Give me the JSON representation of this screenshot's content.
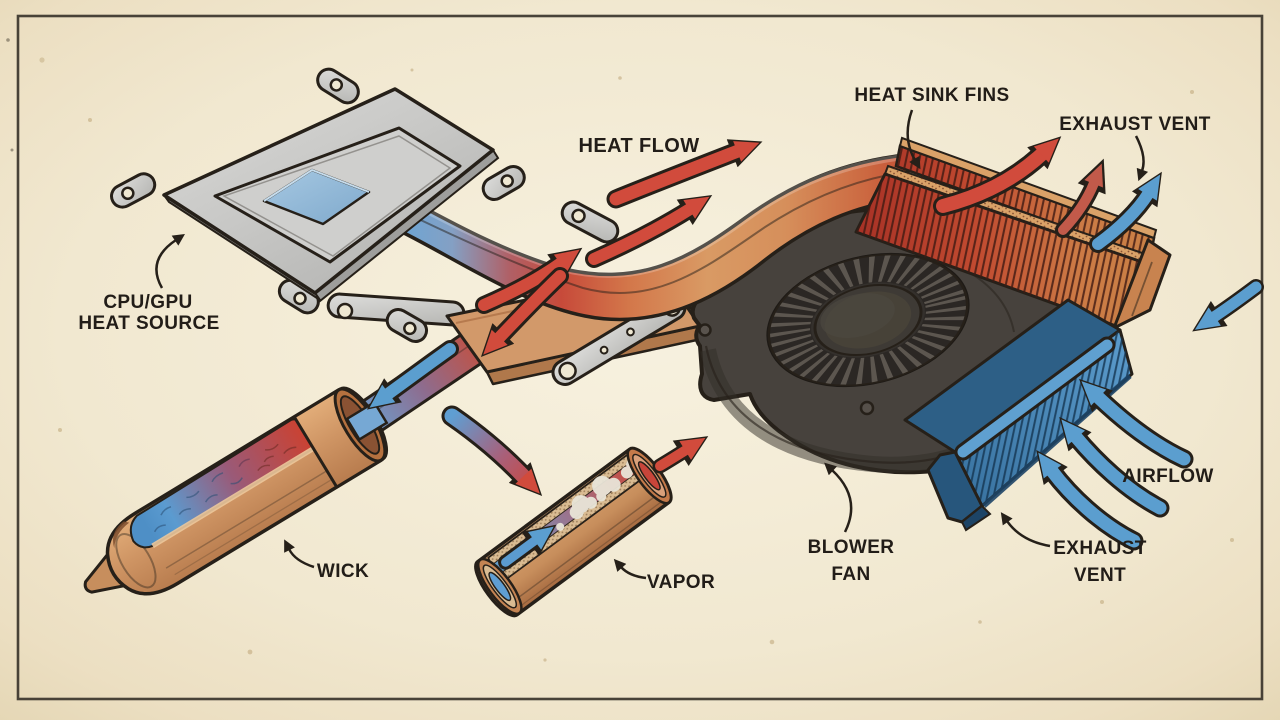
{
  "diagram": {
    "subject": "laptop-heat-pipe-cooling-system",
    "labels": {
      "heat_flow": "HEAT FLOW",
      "heat_sink_fins": "HEAT SINK FINS",
      "exhaust_vent_top": "EXHAUST VENT",
      "cpu_gpu": {
        "line1": "CPU/GPU",
        "line2": "HEAT SOURCE"
      },
      "wick": "WICK",
      "vapor": "VAPOR",
      "blower_fan": {
        "line1": "BLOWER",
        "line2": "FAN"
      },
      "exhaust_vent_bottom": {
        "line1": "EXHAUST",
        "line2": "VENT"
      },
      "airflow": "AIRFLOW"
    },
    "palette": {
      "paper": "#f2ebd6",
      "ink": "#262019",
      "label_text": "#221d18",
      "copper": "#cf9565",
      "hot_red": "#c9423a",
      "cool_blue": "#5b9ecf",
      "metal_silver": "#c9c9c7",
      "fan_gray": "#47423d",
      "vent_blue": "#4e8fc0",
      "chip_blue": "#8fb8d8"
    }
  }
}
